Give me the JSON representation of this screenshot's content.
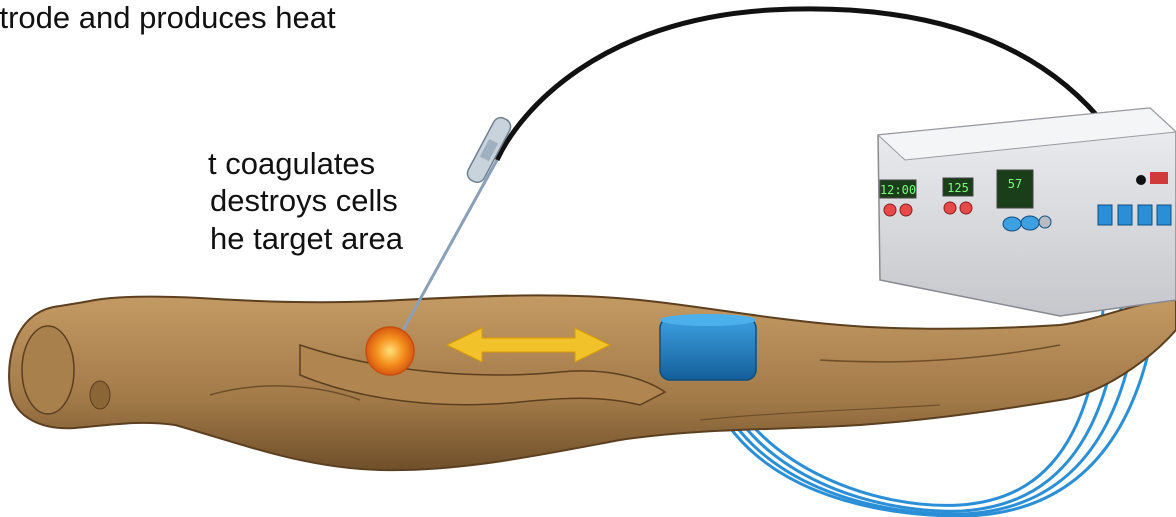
{
  "caption": {
    "line1": "ctrode and produces heat",
    "line2": "t coagulates",
    "line3": "destroys cells",
    "line4": "he target area"
  },
  "device": {
    "display_left": "12:00",
    "display_mid": "125",
    "display_right": "57"
  },
  "colors": {
    "body": "#a27a48",
    "body_shadow": "#6f4f2a",
    "pad": "#1e7fc4",
    "cable": "#2a8fd6",
    "arrow": "#f2c22a",
    "lesion": "#f07a1e",
    "device_body": "#dadbe0",
    "display": "#1a3d1a"
  }
}
